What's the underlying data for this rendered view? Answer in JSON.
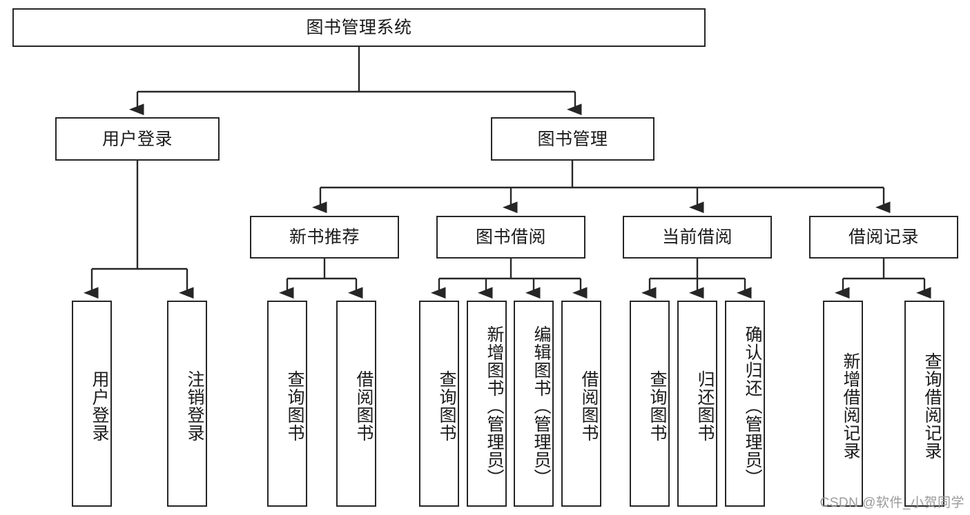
{
  "diagram": {
    "title": "图书管理系统",
    "root": {
      "label": "图书管理系统"
    },
    "level2": [
      {
        "label": "用户登录"
      },
      {
        "label": "图书管理"
      }
    ],
    "level3": [
      {
        "label": "新书推荐"
      },
      {
        "label": "图书借阅"
      },
      {
        "label": "当前借阅"
      },
      {
        "label": "借阅记录"
      }
    ],
    "leaves": {
      "user_login": [
        {
          "label": "用户登录"
        },
        {
          "label": "注销登录"
        }
      ],
      "new_book_recommend": [
        {
          "label": "查询图书"
        },
        {
          "label": "借阅图书"
        }
      ],
      "book_borrow": [
        {
          "label": "查询图书"
        },
        {
          "label": "新增图书（管理员）"
        },
        {
          "label": "编辑图书（管理员）"
        },
        {
          "label": "借阅图书"
        }
      ],
      "current_borrow": [
        {
          "label": "查询图书"
        },
        {
          "label": "归还图书"
        },
        {
          "label": "确认归还（管理员）"
        }
      ],
      "borrow_record": [
        {
          "label": "新增借阅记录"
        },
        {
          "label": "查询借阅记录"
        }
      ]
    }
  },
  "watermark": {
    "text": "CSDN @软件_小贺同学"
  },
  "colors": {
    "stroke": "#262626",
    "box_fill": "#ffffff",
    "text": "#1a1a1a",
    "watermark": "#9a9a9a",
    "background": "#ffffff"
  }
}
